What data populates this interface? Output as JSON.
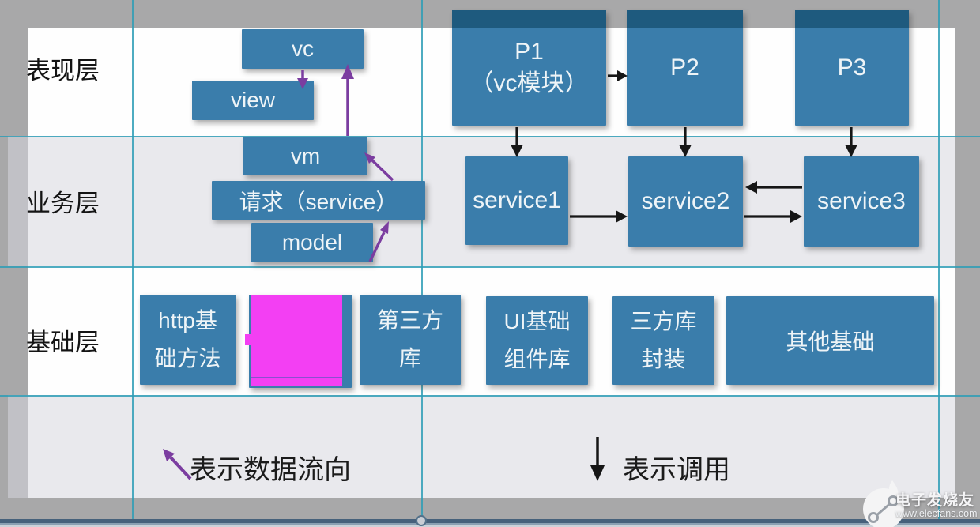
{
  "layers": {
    "presentation": "表现层",
    "business": "业务层",
    "foundation": "基础层"
  },
  "mvvm": {
    "vc": "vc",
    "view": "view",
    "vm": "vm",
    "request": "请求（service）",
    "model": "model"
  },
  "pages": {
    "p1_line1": "P1",
    "p1_line2": "（vc模块）",
    "p2": "P2",
    "p3": "P3"
  },
  "services": {
    "s1": "service1",
    "s2": "service2",
    "s3": "service3"
  },
  "foundation_boxes": {
    "f1_l1": "http基",
    "f1_l2": "础方法",
    "f3_l1": "第三方",
    "f3_l2": "库",
    "f4_l1": "UI基础",
    "f4_l2": "组件库",
    "f5_l1": "三方库",
    "f5_l2": "封装",
    "f6": "其他基础"
  },
  "legend": {
    "data_flow": "表示数据流向",
    "invoke": "表示调用"
  },
  "watermark": {
    "brand": "电子发烧友",
    "site": "www.elecfans.com"
  },
  "colors": {
    "box_blue": "#3a7dab",
    "box_cap_dark": "#1e5a7e",
    "magenta": "#f33ff3",
    "arrow_purple": "#7b3da0",
    "arrow_black": "#161616",
    "guide_teal": "#2f9db6",
    "band_gray": "#e9e9ed",
    "desktop_gray": "#a8a8a9"
  }
}
